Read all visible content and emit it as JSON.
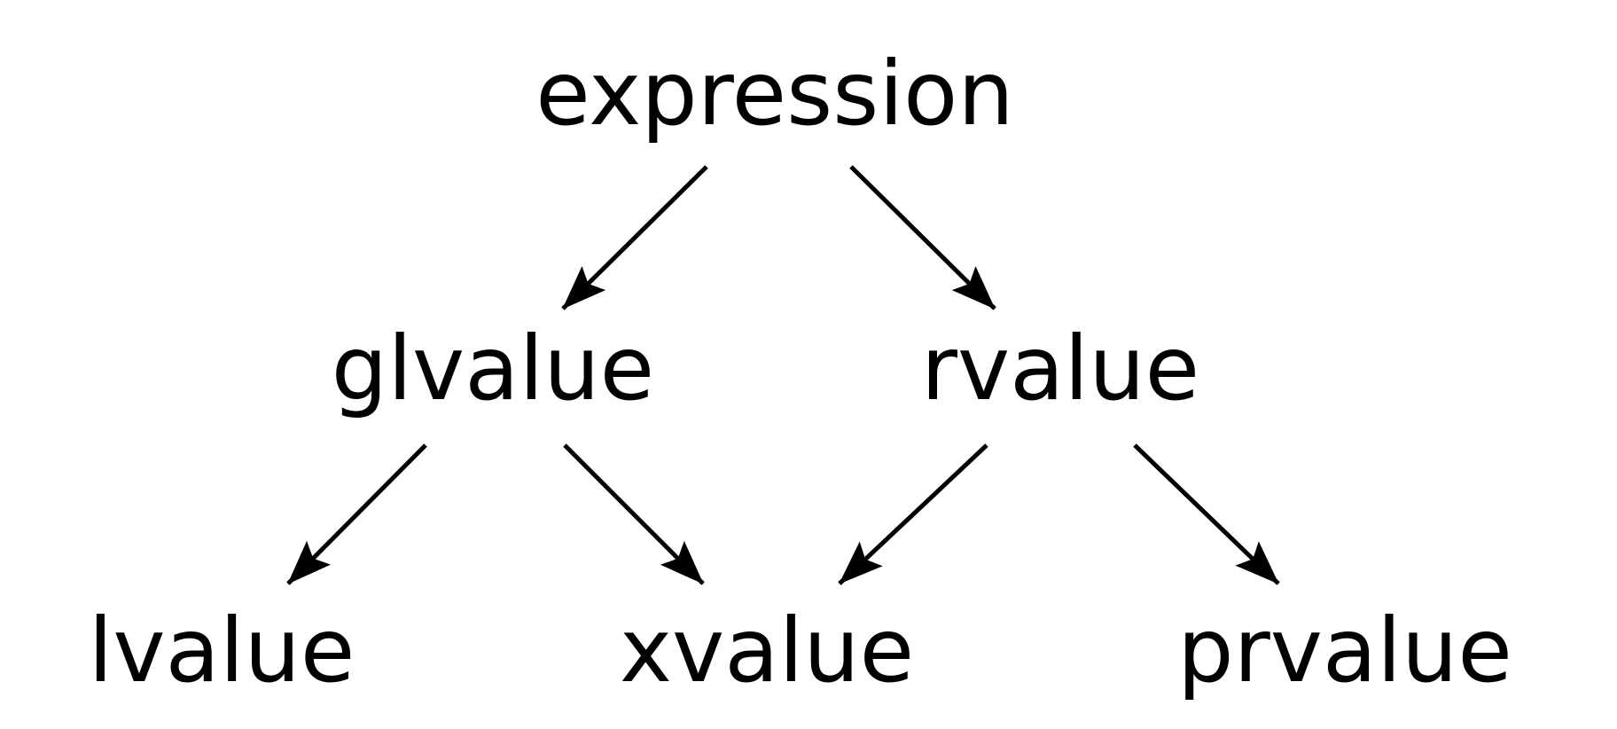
{
  "diagram": {
    "type": "tree",
    "background_color": "#ffffff",
    "text_color": "#000000",
    "arrow_color": "#000000",
    "nodes": [
      {
        "id": "expression",
        "label": "expression",
        "level": 0
      },
      {
        "id": "glvalue",
        "label": "glvalue",
        "level": 1
      },
      {
        "id": "rvalue",
        "label": "rvalue",
        "level": 1
      },
      {
        "id": "lvalue",
        "label": "lvalue",
        "level": 2
      },
      {
        "id": "xvalue",
        "label": "xvalue",
        "level": 2
      },
      {
        "id": "prvalue",
        "label": "prvalue",
        "level": 2
      }
    ],
    "edges": [
      {
        "from": "expression",
        "to": "glvalue"
      },
      {
        "from": "expression",
        "to": "rvalue"
      },
      {
        "from": "glvalue",
        "to": "lvalue"
      },
      {
        "from": "glvalue",
        "to": "xvalue"
      },
      {
        "from": "rvalue",
        "to": "xvalue"
      },
      {
        "from": "rvalue",
        "to": "prvalue"
      }
    ]
  }
}
